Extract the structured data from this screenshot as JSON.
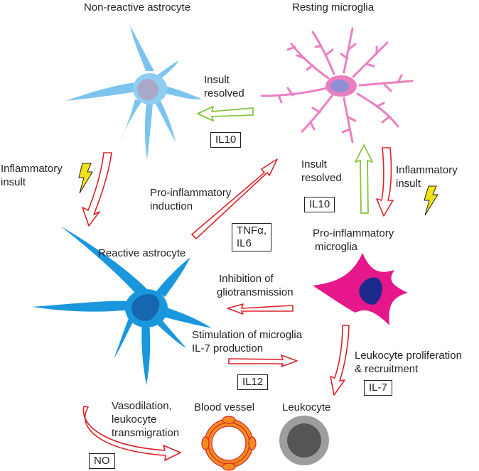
{
  "labels": {
    "non_reactive_astrocyte": "Non-reactive astrocyte",
    "resting_microglia": "Resting microglia",
    "insult_resolved_top": [
      "Insult",
      "resolved"
    ],
    "inflammatory_insult_left": [
      "Inflammatory",
      "insult"
    ],
    "pro_inflammatory_induction": [
      "Pro-inflammatory",
      "induction"
    ],
    "insult_resolved_right": [
      "Insult",
      "resolved"
    ],
    "inflammatory_insult_right": [
      "Inflammatory",
      "insult"
    ],
    "pro_inflammatory_microglia": [
      "Pro-inflammatory",
      "microglia"
    ],
    "reactive_astrocyte": "Reactive astrocyte",
    "inhibition": [
      "Inhibition of",
      "gliotransmission"
    ],
    "stimulation": [
      "Stimulation of microglia",
      "IL-7 production"
    ],
    "leukocyte_proliferation": [
      "Leukocyte proliferation",
      "& recruitment"
    ],
    "vasodilation": [
      "Vasodilation,",
      "leukocyte",
      "transmigration"
    ],
    "blood_vessel": "Blood vessel",
    "leukocyte": "Leukocyte"
  },
  "boxes": {
    "il10_top": "IL10",
    "il10_right": "IL10",
    "tnf_il6": [
      "TNFα,",
      "IL6"
    ],
    "il12": "IL12",
    "il7": "IL-7",
    "no": "NO"
  },
  "colors": {
    "astrocyte_light": "#7cc4ef",
    "astrocyte_reactive": "#1a97dc",
    "astrocyte_nucleus": "#1766b0",
    "microglia_resting": "#ea7fc0",
    "microglia_nucleus": "#8f8fd8",
    "microglia_active": "#e6178b",
    "microglia_active_nucleus": "#1c2a8c",
    "arrow_red": "#d9232a",
    "arrow_green": "#86c43f",
    "lightning": "#f4e313",
    "vessel_ring": "#f28c1e",
    "leukocyte_outer": "#9d9d9d",
    "leukocyte_inner": "#555555"
  }
}
